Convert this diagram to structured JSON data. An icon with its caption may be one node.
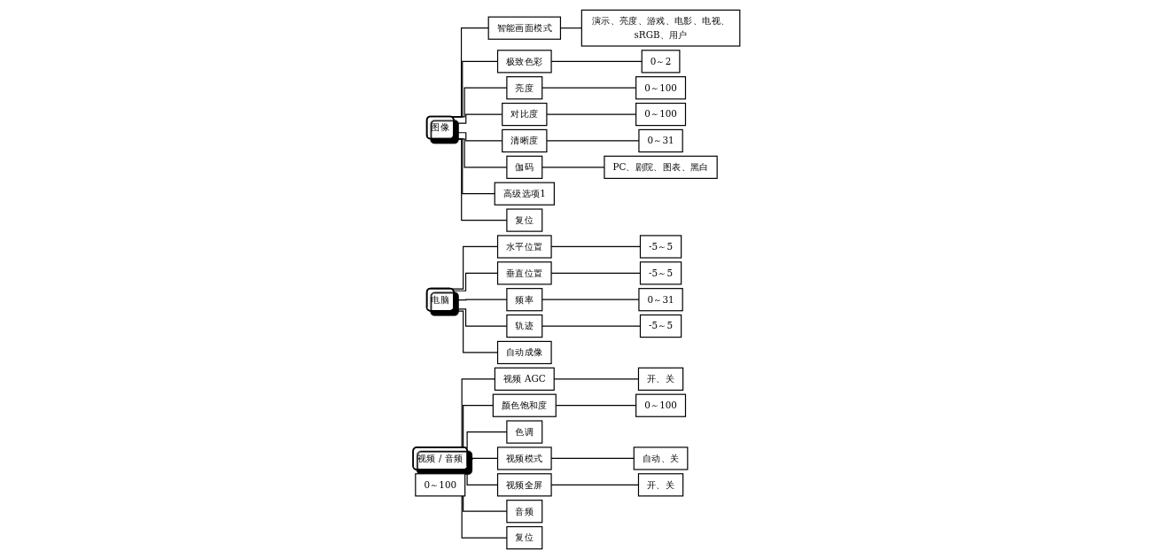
{
  "diagram": {
    "nodes": [
      {
        "text": [
          "图像"
        ]
      },
      {
        "text": [
          "智能画面模式"
        ]
      },
      {
        "text": [
          "演示、亮度、游戏、电影、电视、sRGB、用户"
        ]
      },
      {
        "text": [
          "极致色彩"
        ]
      },
      {
        "text": [
          "0～2"
        ]
      },
      {
        "text": [
          "亮度"
        ]
      },
      {
        "text": [
          "0～100"
        ]
      },
      {
        "text": [
          "对比度"
        ]
      },
      {
        "text": [
          "0～100"
        ]
      },
      {
        "text": [
          "清晰度"
        ]
      },
      {
        "text": [
          "0～31"
        ]
      },
      {
        "text": [
          "伽码"
        ]
      },
      {
        "text": [
          "PC、剧院、图表、黑白"
        ]
      },
      {
        "text": [
          "高级选项1"
        ]
      },
      {
        "text": [
          "复位"
        ]
      },
      {
        "text": [
          "电脑"
        ]
      },
      {
        "text": [
          "水平位置"
        ]
      },
      {
        "text": [
          "-5～5"
        ]
      },
      {
        "text": [
          "垂直位置"
        ]
      },
      {
        "text": [
          "-5～5"
        ]
      },
      {
        "text": [
          "频率"
        ]
      },
      {
        "text": [
          "0～31"
        ]
      },
      {
        "text": [
          "轨迹"
        ]
      },
      {
        "text": [
          "-5～5"
        ]
      },
      {
        "text": [
          "自动成像"
        ]
      },
      {
        "text": [
          "视频 / 音频"
        ]
      },
      {
        "text": [
          "视频 AGC"
        ]
      },
      {
        "text": [
          "开、关"
        ]
      },
      {
        "text": [
          "颜色饱和度"
        ]
      },
      {
        "text": [
          "0～100"
        ]
      },
      {
        "text": [
          "色调"
        ]
      },
      {
        "text": [
          "0～100"
        ]
      },
      {
        "text": [
          "视频模式"
        ]
      },
      {
        "text": [
          "自动、关"
        ]
      },
      {
        "text": [
          "视频全屏"
        ]
      },
      {
        "text": [
          "开、关"
        ]
      },
      {
        "text": [
          "音频"
        ]
      },
      {
        "text": [
          "复位"
        ]
      }
    ],
    "edges": [
      {
        "from": 0,
        "to": 1,
        "arrow": "none"
      },
      {
        "from": 1,
        "to": 2,
        "arrow": "none"
      },
      {
        "from": 0,
        "to": 3,
        "arrow": "none"
      },
      {
        "from": 3,
        "to": 4,
        "arrow": "none"
      },
      {
        "from": 0,
        "to": 5,
        "arrow": "none"
      },
      {
        "from": 5,
        "to": 6,
        "arrow": "none"
      },
      {
        "from": 0,
        "to": 7,
        "arrow": "none"
      },
      {
        "from": 7,
        "to": 8,
        "arrow": "none"
      },
      {
        "from": 0,
        "to": 9,
        "arrow": "none"
      },
      {
        "from": 9,
        "to": 10,
        "arrow": "none"
      },
      {
        "from": 0,
        "to": 11,
        "arrow": "none"
      },
      {
        "from": 11,
        "to": 12,
        "arrow": "none"
      },
      {
        "from": 0,
        "to": 13,
        "arrow": "none"
      },
      {
        "from": 0,
        "to": 14,
        "arrow": "none"
      },
      {
        "from": 15,
        "to": 16,
        "arrow": "none"
      },
      {
        "from": 16,
        "to": 17,
        "arrow": "none"
      },
      {
        "from": 15,
        "to": 18,
        "arrow": "none"
      },
      {
        "from": 18,
        "to": 19,
        "arrow": "none"
      },
      {
        "from": 15,
        "to": 20,
        "arrow": "none"
      },
      {
        "from": 20,
        "to": 21,
        "arrow": "none"
      },
      {
        "from": 15,
        "to": 22,
        "arrow": "none"
      },
      {
        "from": 22,
        "to": 23,
        "arrow": "none"
      },
      {
        "from": 15,
        "to": 24,
        "arrow": "none"
      },
      {
        "from": 25,
        "to": 26,
        "arrow": "none"
      },
      {
        "from": 26,
        "to": 27,
        "arrow": "none"
      },
      {
        "from": 25,
        "to": 28,
        "arrow": "none"
      },
      {
        "from": 28,
        "to": 29,
        "arrow": "none"
      },
      {
        "from": 25,
        "to": 30,
        "arrow": "none"
      },
      {
        "from": 25,
        "to": 32,
        "arrow": "none"
      },
      {
        "from": 32,
        "to": 33,
        "arrow": "none"
      },
      {
        "from": 25,
        "to": 34,
        "arrow": "none"
      },
      {
        "from": 34,
        "to": 35,
        "arrow": "none"
      },
      {
        "from": 25,
        "to": 36,
        "arrow": "none"
      },
      {
        "from": 25,
        "to": 37,
        "arrow": "none"
      }
    ]
  }
}
